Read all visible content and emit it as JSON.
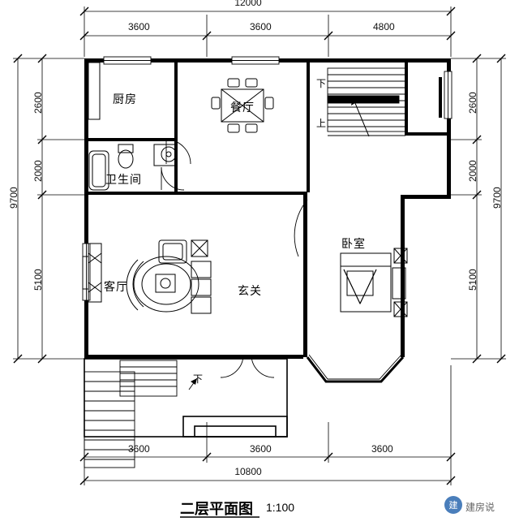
{
  "drawing": {
    "title": "二层平面图",
    "scale": "1:100",
    "top_overall": "12000",
    "bottom_overall": "10800",
    "left_overall": "9700",
    "right_overall": "9700",
    "top_dims": [
      "3600",
      "3600",
      "4800"
    ],
    "bottom_dims": [
      "3600",
      "3600",
      "3600"
    ],
    "left_dims": [
      "2600",
      "2000",
      "5100"
    ],
    "right_dims": [
      "2600",
      "2000",
      "5100"
    ],
    "rooms": [
      {
        "name": "厨房"
      },
      {
        "name": "餐厅"
      },
      {
        "name": "卫生间"
      },
      {
        "name": "客厅"
      },
      {
        "name": "玄关"
      },
      {
        "name": "卧室"
      }
    ],
    "stair_marks": [
      "下",
      "上",
      "下"
    ]
  },
  "watermark": {
    "text": "建房说",
    "badge": "建"
  }
}
